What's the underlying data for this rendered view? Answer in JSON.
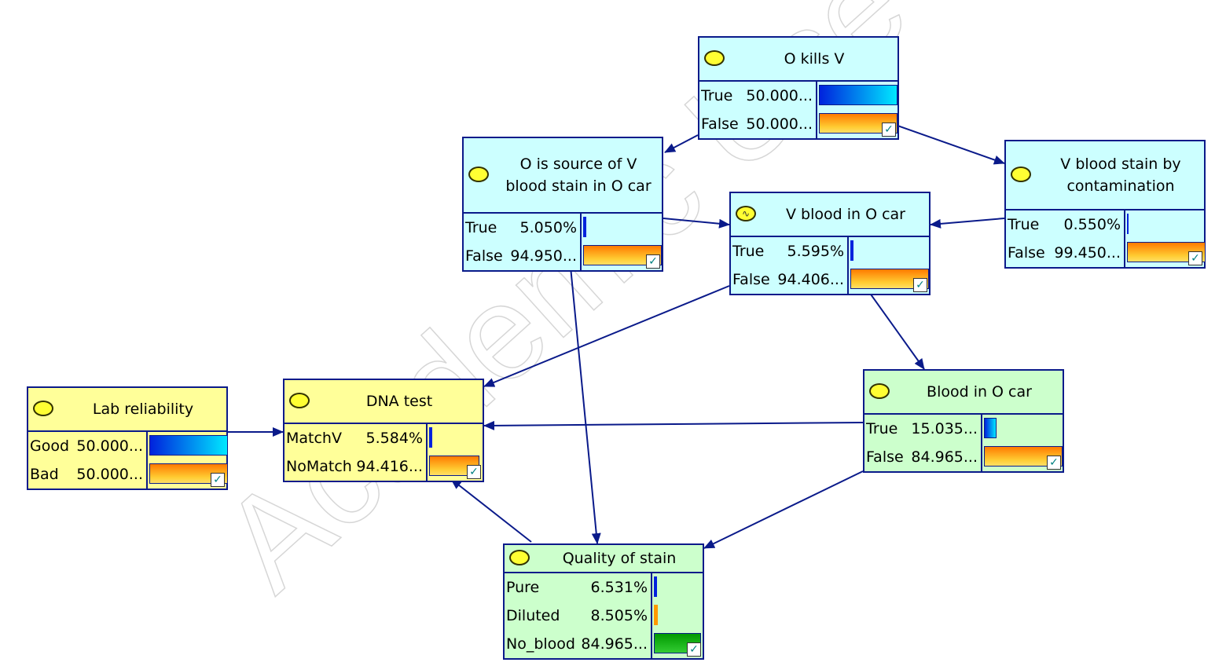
{
  "watermark": "Academic Use Only",
  "colors": {
    "cyan": "#ccffff",
    "yellow": "#ffff99",
    "green": "#ccffcc",
    "edge": "#0a1a8a"
  },
  "nodes": {
    "o_kills_v": {
      "title": "O kills V",
      "states": [
        {
          "name": "True",
          "value": "50.000...",
          "fraction": 0.5
        },
        {
          "name": "False",
          "value": "50.000...",
          "fraction": 0.5
        }
      ]
    },
    "o_source": {
      "title": "O is source of V blood stain in O car",
      "states": [
        {
          "name": "True",
          "value": "5.050%",
          "fraction": 0.0505
        },
        {
          "name": "False",
          "value": "94.950...",
          "fraction": 0.9495
        }
      ]
    },
    "v_contam": {
      "title": "V blood stain by contamination",
      "states": [
        {
          "name": "True",
          "value": "0.550%",
          "fraction": 0.0055
        },
        {
          "name": "False",
          "value": "99.450...",
          "fraction": 0.9945
        }
      ]
    },
    "v_blood": {
      "title": "V blood in O car",
      "states": [
        {
          "name": "True",
          "value": "5.595%",
          "fraction": 0.05595
        },
        {
          "name": "False",
          "value": "94.406...",
          "fraction": 0.94406
        }
      ]
    },
    "lab_rel": {
      "title": "Lab reliability",
      "states": [
        {
          "name": "Good",
          "value": "50.000...",
          "fraction": 0.5
        },
        {
          "name": "Bad",
          "value": "50.000...",
          "fraction": 0.5
        }
      ]
    },
    "dna": {
      "title": "DNA test",
      "states": [
        {
          "name": "MatchV",
          "value": "5.584%",
          "fraction": 0.05584
        },
        {
          "name": "NoMatch",
          "value": "94.416...",
          "fraction": 0.94416
        }
      ]
    },
    "blood_car": {
      "title": "Blood in O car",
      "states": [
        {
          "name": "True",
          "value": "15.035...",
          "fraction": 0.15035
        },
        {
          "name": "False",
          "value": "84.965...",
          "fraction": 0.84965
        }
      ]
    },
    "quality": {
      "title": "Quality of stain",
      "states": [
        {
          "name": "Pure",
          "value": "6.531%",
          "fraction": 0.06531
        },
        {
          "name": "Diluted",
          "value": "8.505%",
          "fraction": 0.08505
        },
        {
          "name": "No_blood",
          "value": "84.965...",
          "fraction": 0.84965
        }
      ]
    }
  }
}
